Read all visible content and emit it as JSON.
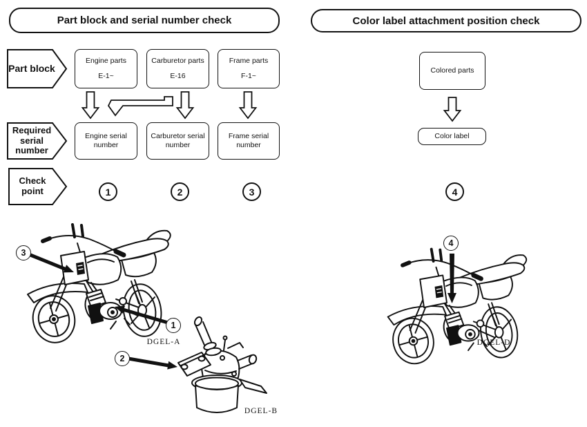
{
  "colors": {
    "ink": "#111111",
    "paper": "#ffffff"
  },
  "left_panel": {
    "header": "Part block and serial number check",
    "row_labels": {
      "part_block": "Part block",
      "required_serial": "Required\nserial\nnumber",
      "check_point": "Check\npoint"
    },
    "part_blocks": [
      {
        "name": "Engine parts",
        "code": "E-1~"
      },
      {
        "name": "Carburetor parts",
        "code": "E-16"
      },
      {
        "name": "Frame parts",
        "code": "F-1~"
      }
    ],
    "serial_boxes": [
      {
        "label": "Engine serial\nnumber"
      },
      {
        "label": "Carburetor serial\nnumber"
      },
      {
        "label": "Frame serial\nnumber"
      }
    ],
    "check_points": [
      "1",
      "2",
      "3"
    ]
  },
  "right_panel": {
    "header": "Color label attachment position check",
    "colored_parts": "Colored parts",
    "color_label": "Color label",
    "check_point": "4"
  },
  "illustrations": {
    "callouts": {
      "frame_serial": "3",
      "engine_serial": "1",
      "carburetor_serial": "2",
      "color_label": "4"
    },
    "captions": {
      "bike_left": "DGEL-A",
      "carburetor": "DGEL-B",
      "bike_right": "DGEL-D"
    }
  }
}
